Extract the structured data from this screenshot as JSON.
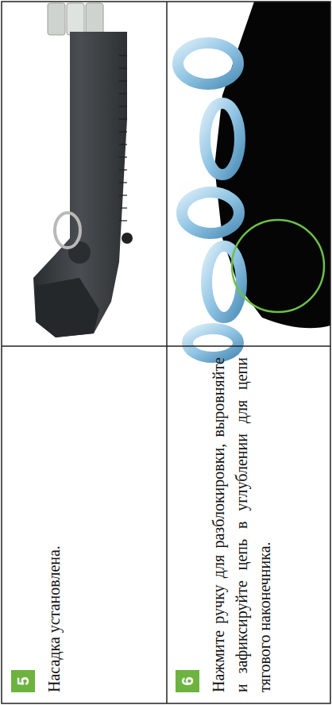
{
  "diagram": {
    "labels": [
      "5",
      "Насадка установлена.",
      "6",
      "Нажмите ручку для разблокировки, выровняйте и зафиксируйте цепь в углублении для цепи тягового наконечника."
    ]
  }
}
